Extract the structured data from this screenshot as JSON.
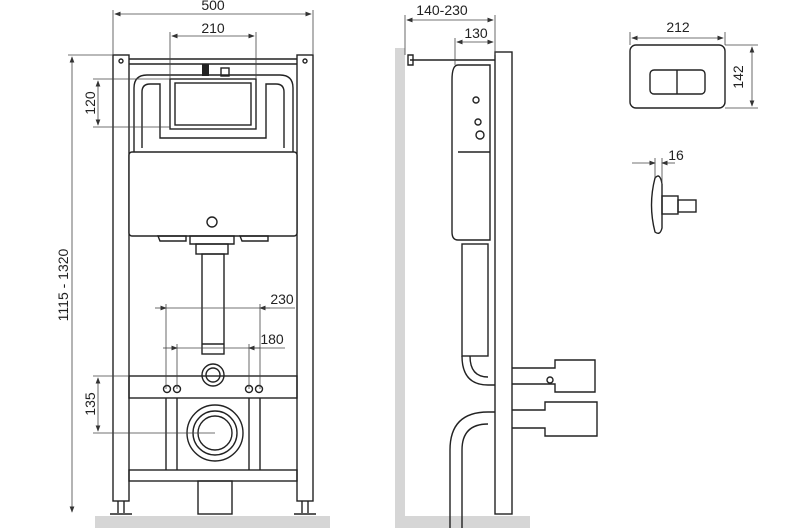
{
  "front_view": {
    "dim_width": "500",
    "dim_plate_width": "210",
    "dim_plate_height": "120",
    "dim_total_height": "1115 - 1320",
    "dim_bolt_outer": "230",
    "dim_bolt_inner": "180",
    "dim_outlet_height": "135"
  },
  "side_view": {
    "dim_depth": "140-230",
    "dim_tank_depth": "130"
  },
  "flush_plate": {
    "dim_width": "212",
    "dim_height": "142",
    "dim_thickness": "16"
  },
  "colors": {
    "line": "#222222",
    "floor": "#d6d6d6"
  }
}
